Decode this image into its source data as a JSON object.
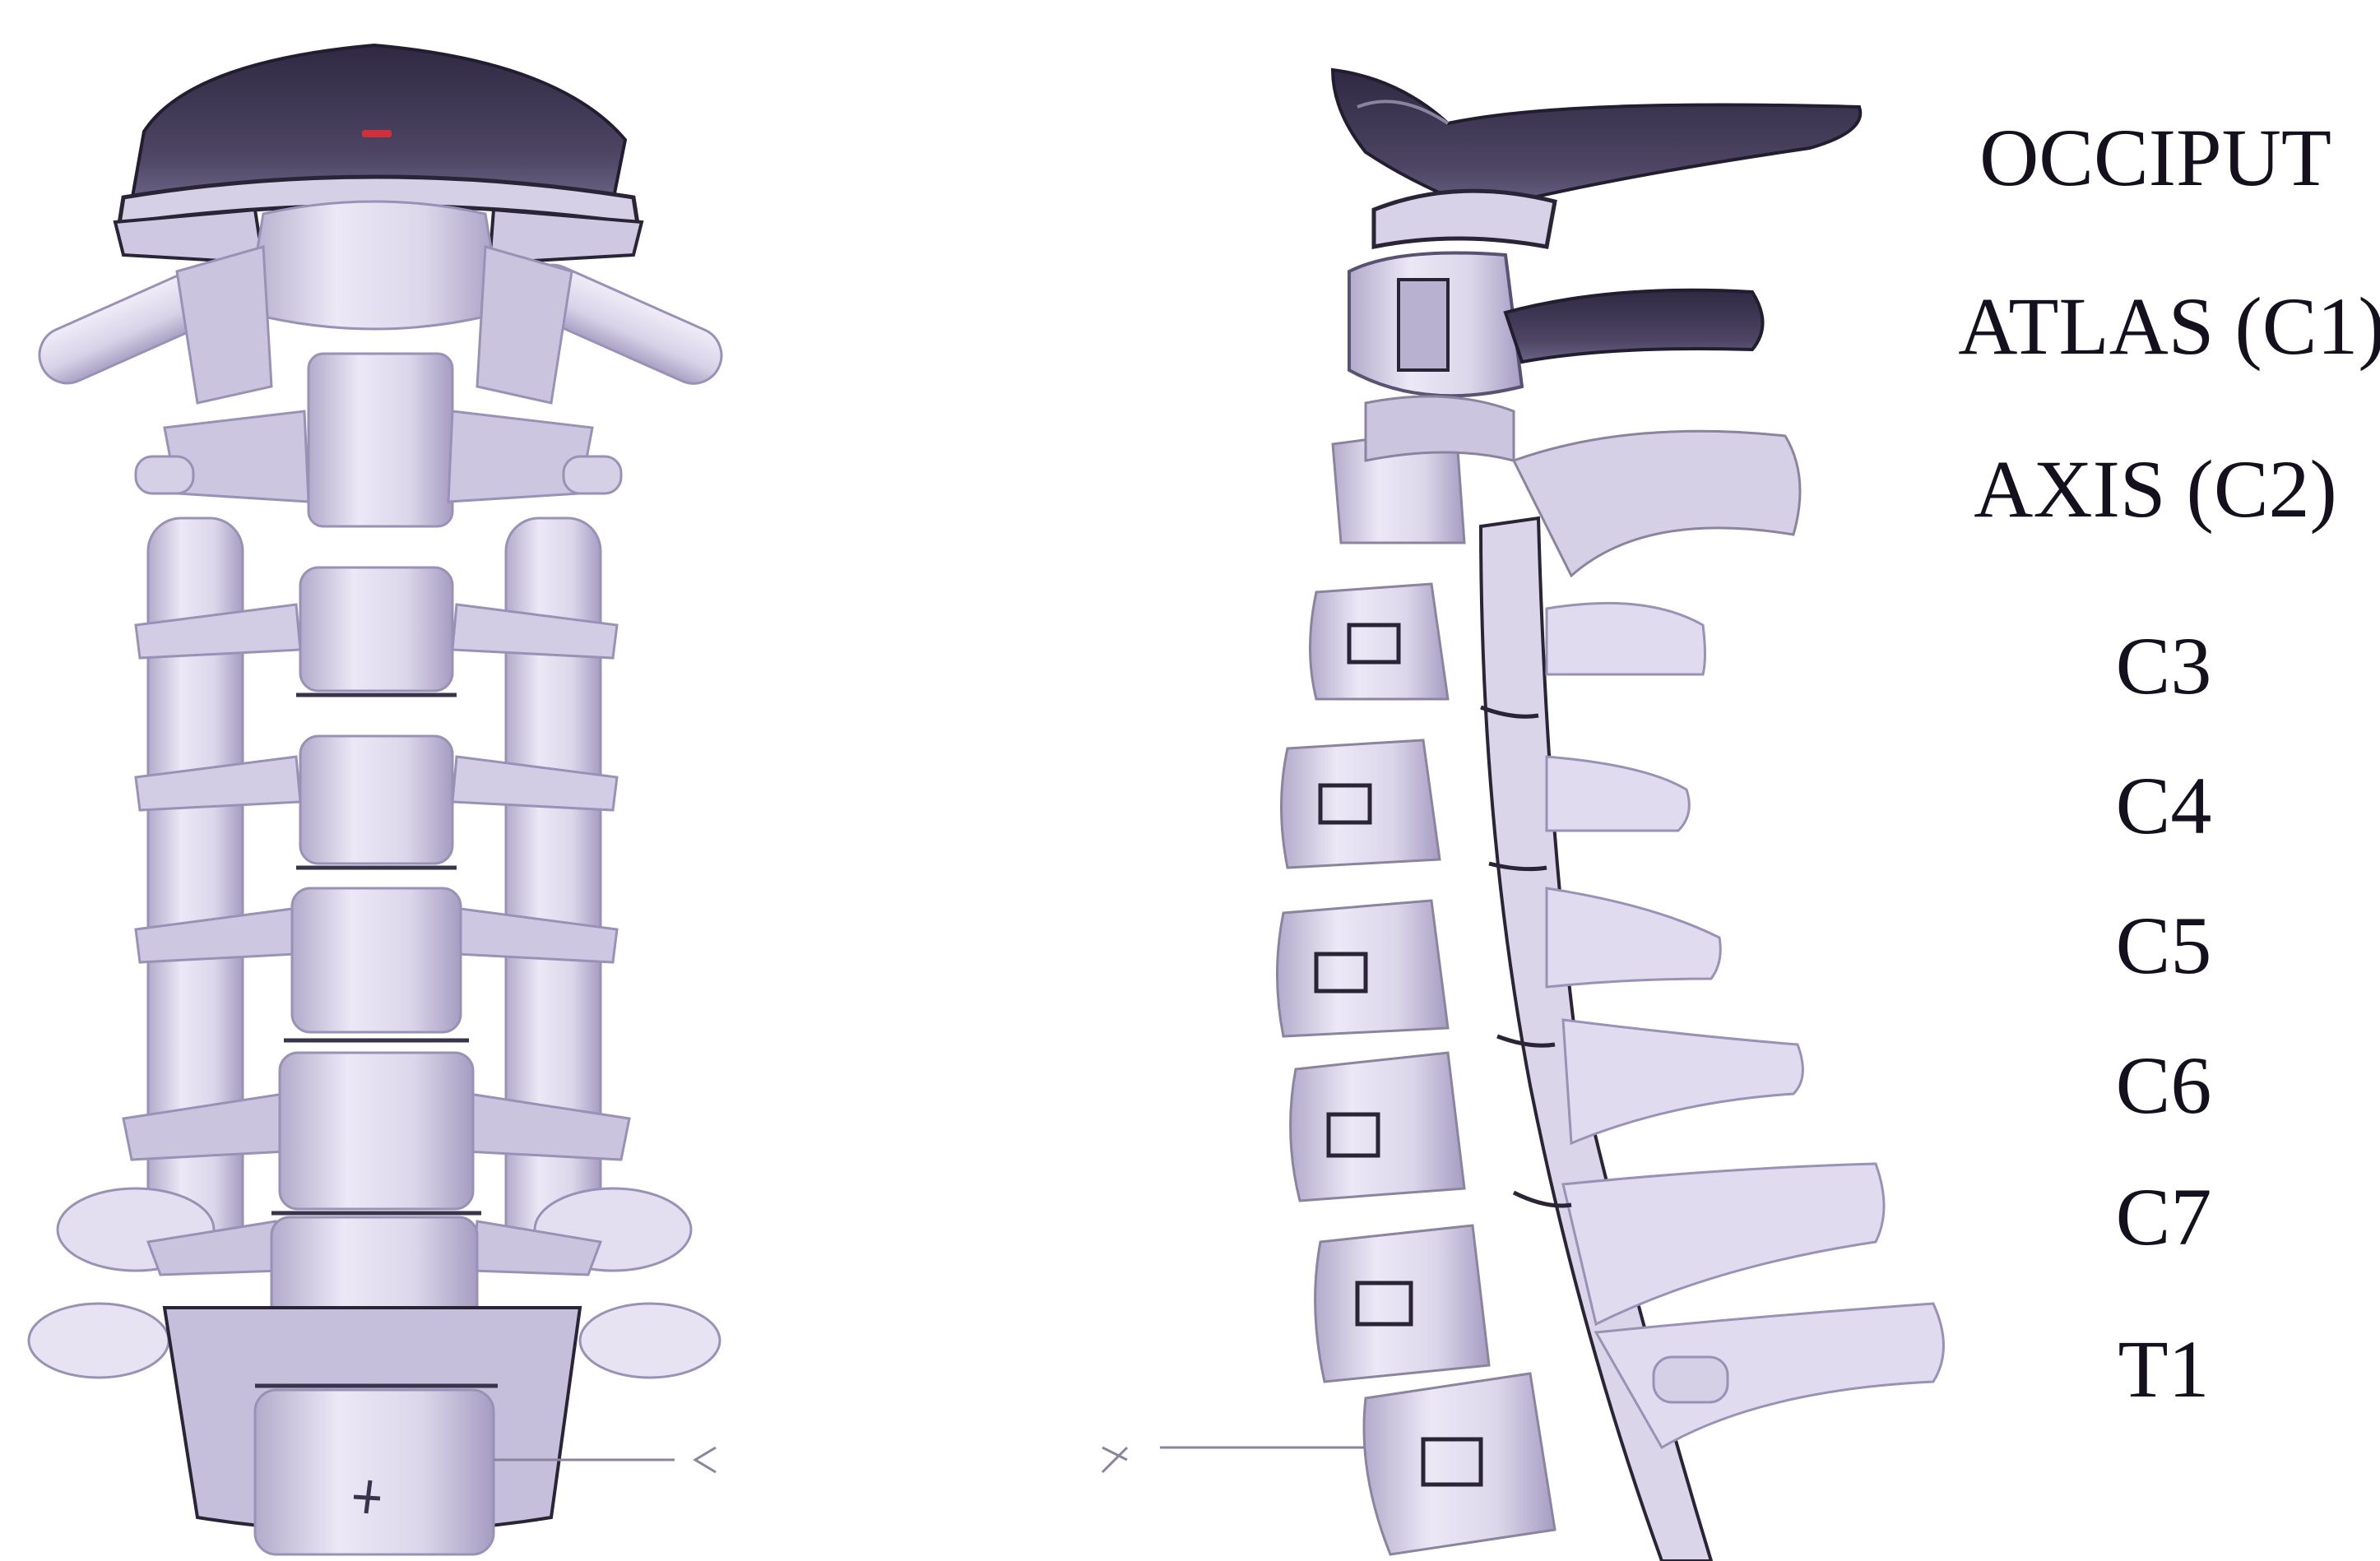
{
  "labels": {
    "occiput": "OCCIPUT",
    "atlas": "ATLAS (C1)",
    "axis": "AXIS (C2)",
    "c3": "C3",
    "c4": "C4",
    "c5": "C5",
    "c6": "C6",
    "c7": "C7",
    "t1": "T1"
  },
  "colors": {
    "bone": "#e3def0",
    "bone_mid": "#c6bfdc",
    "bone_shadow": "#8f86ac",
    "occiput_dark": "#3c3550",
    "outline": "#2a2436",
    "text": "#14101e",
    "marker_red": "#d0303a"
  },
  "views": {
    "left": "anterior-posterior view of cervical spine",
    "right": "lateral view of cervical spine"
  }
}
